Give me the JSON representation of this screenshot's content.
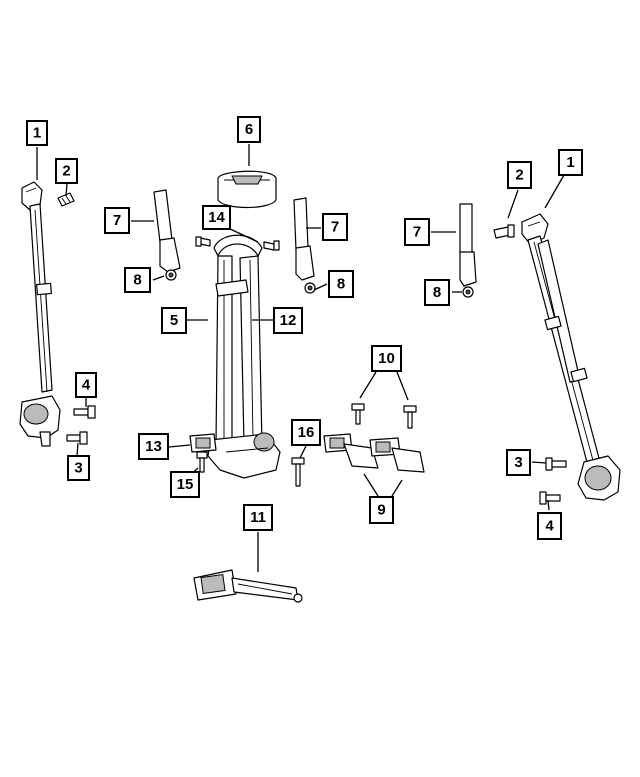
{
  "callouts": {
    "c1_left": "1",
    "c2_left": "2",
    "c4_left": "4",
    "c3_left": "3",
    "c6": "6",
    "c7_a": "7",
    "c14": "14",
    "c7_b": "7",
    "c8_a": "8",
    "c8_b": "8",
    "c5": "5",
    "c12": "12",
    "c10": "10",
    "c13": "13",
    "c16": "16",
    "c15": "15",
    "c9": "9",
    "c11": "11",
    "c2_right": "2",
    "c1_right": "1",
    "c7_c": "7",
    "c8_c": "8",
    "c3_right": "3",
    "c4_right": "4"
  }
}
